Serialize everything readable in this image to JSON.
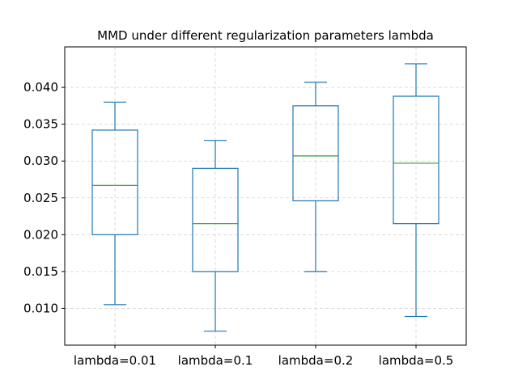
{
  "chart_data": {
    "type": "box",
    "title": "MMD under different regularization parameters lambda",
    "xlabel": "",
    "ylabel": "",
    "categories": [
      "lambda=0.01",
      "lambda=0.1",
      "lambda=0.2",
      "lambda=0.5"
    ],
    "boxes": [
      {
        "category": "lambda=0.01",
        "whisker_low": 0.0105,
        "q1": 0.02,
        "median": 0.0267,
        "q3": 0.0342,
        "whisker_high": 0.038
      },
      {
        "category": "lambda=0.1",
        "whisker_low": 0.0069,
        "q1": 0.015,
        "median": 0.0215,
        "q3": 0.029,
        "whisker_high": 0.0328
      },
      {
        "category": "lambda=0.2",
        "whisker_low": 0.015,
        "q1": 0.0246,
        "median": 0.0307,
        "q3": 0.0375,
        "whisker_high": 0.0407
      },
      {
        "category": "lambda=0.5",
        "whisker_low": 0.0089,
        "q1": 0.0215,
        "median": 0.0297,
        "q3": 0.0388,
        "whisker_high": 0.0432
      }
    ],
    "ylim": [
      0.005,
      0.0455
    ],
    "yticks": [
      0.01,
      0.015,
      0.02,
      0.025,
      0.03,
      0.035,
      0.04
    ],
    "ytick_labels": [
      "0.010",
      "0.015",
      "0.020",
      "0.025",
      "0.030",
      "0.035",
      "0.040"
    ],
    "grid": true,
    "colors": {
      "box": "#1f77b4",
      "median": "#2ca02c",
      "grid": "#d3d3d3",
      "axis": "#000000"
    }
  }
}
